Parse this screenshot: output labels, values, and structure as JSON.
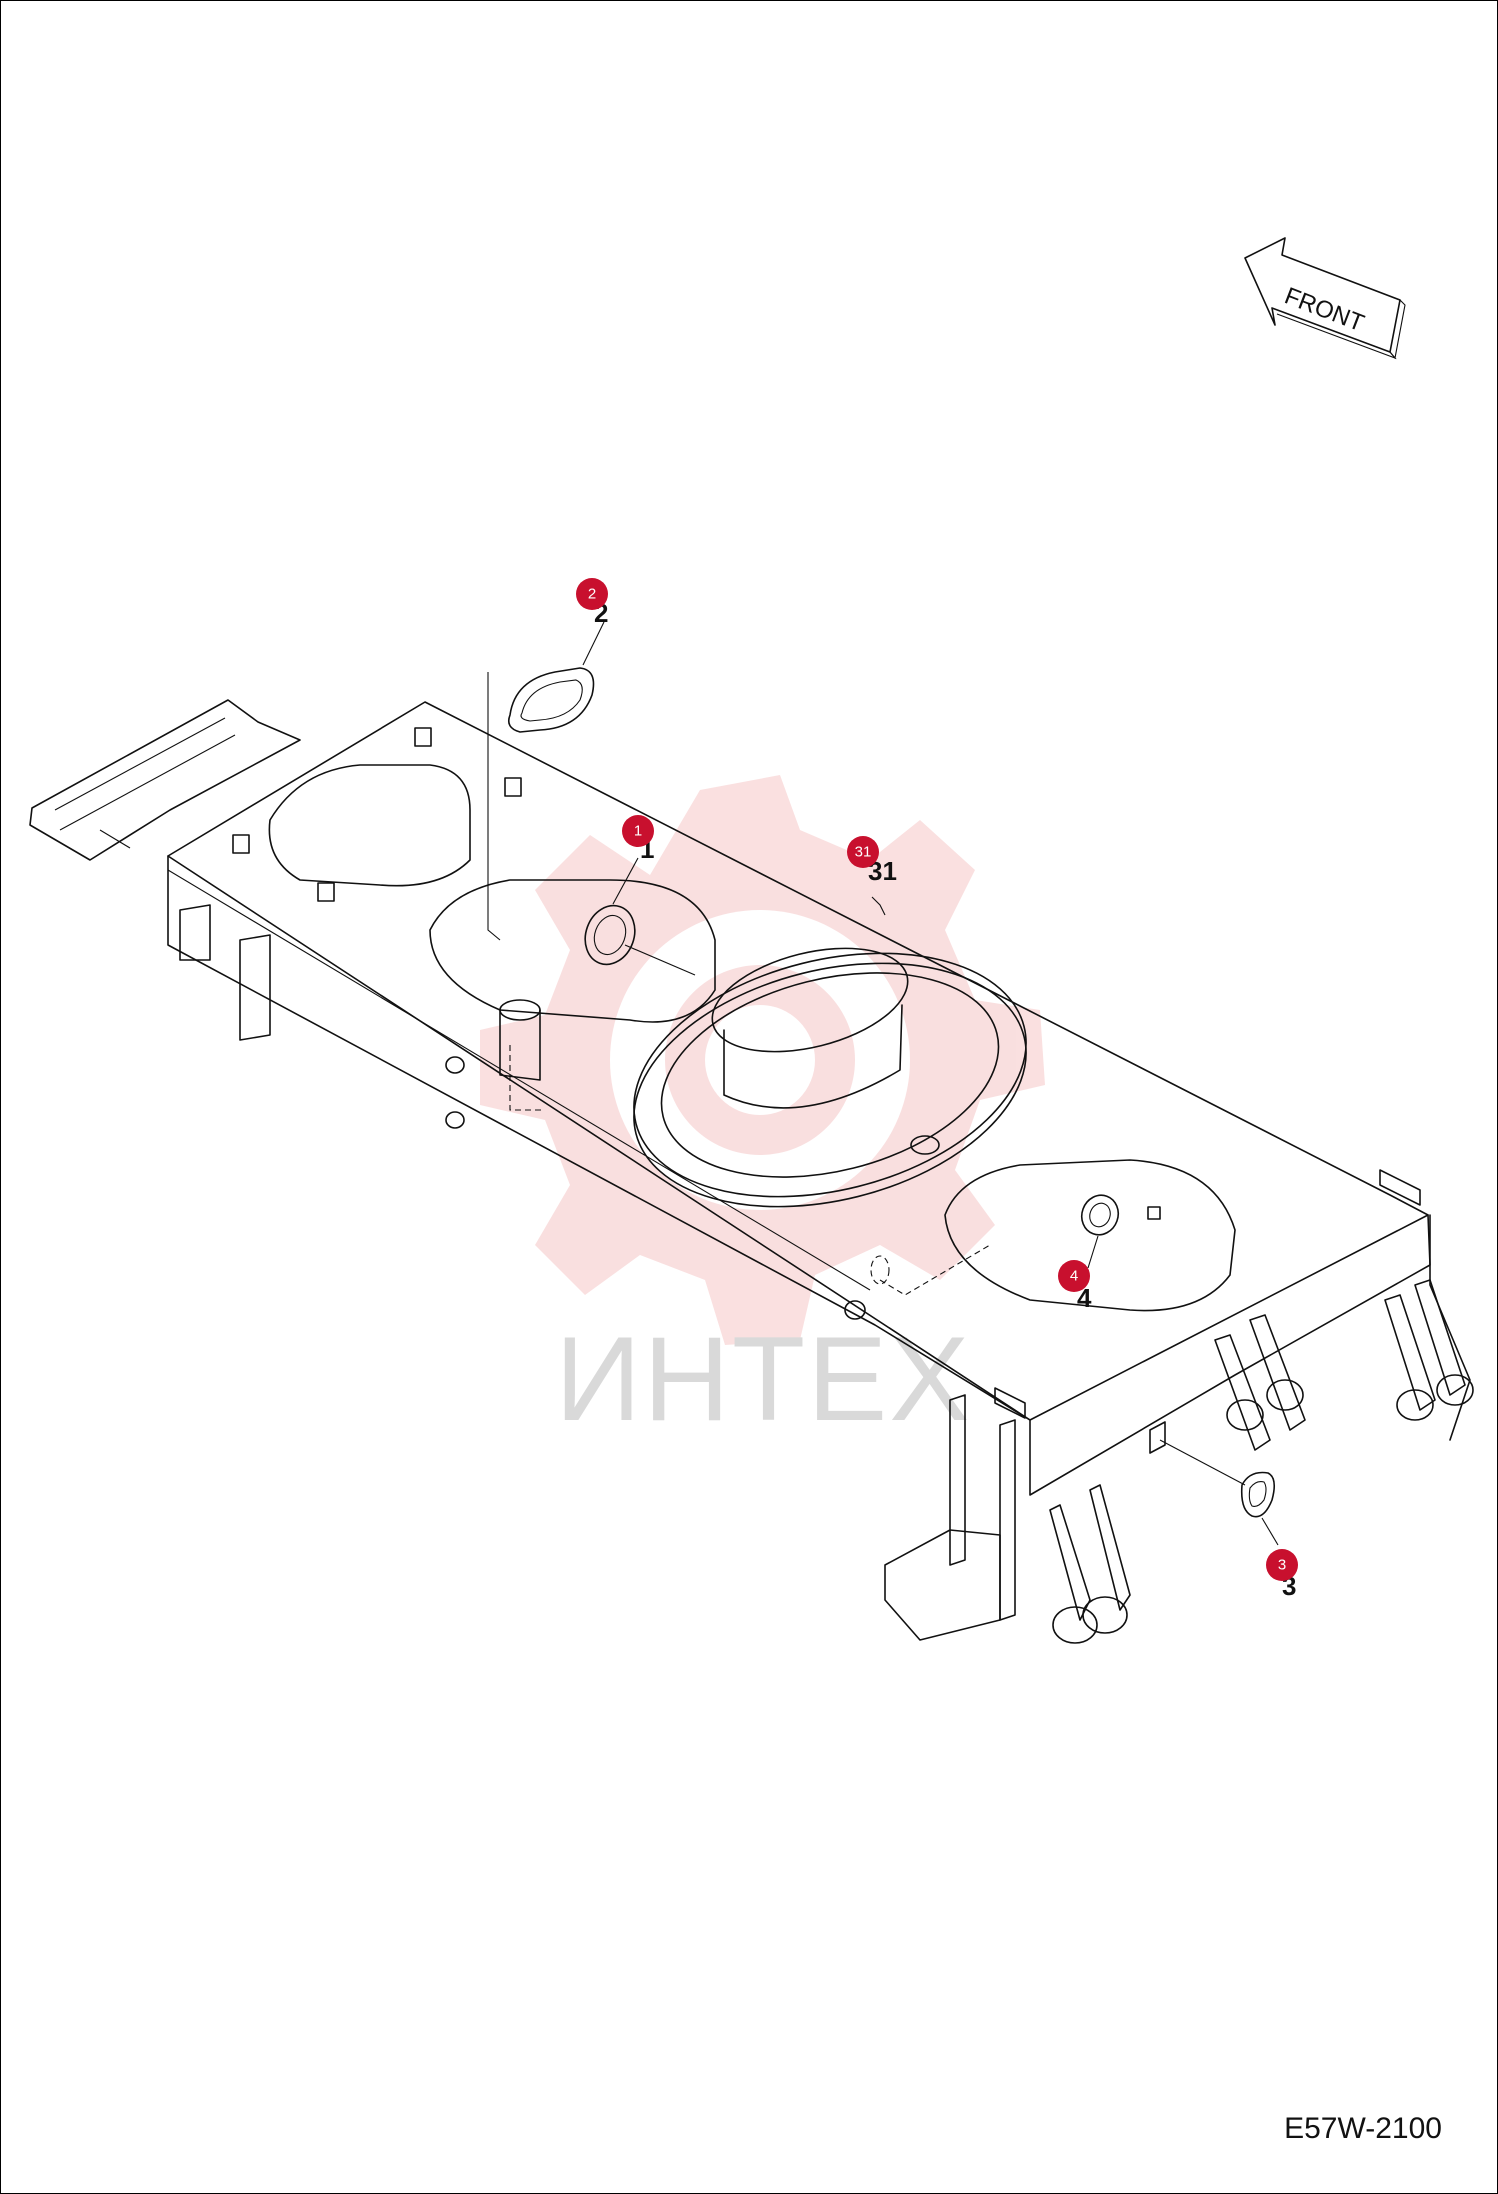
{
  "watermark": {
    "text": "ИНТЕХ"
  },
  "front_label": "FRONT",
  "drawing_code": "E57W-2100",
  "callouts": [
    {
      "id": "2",
      "label": "2"
    },
    {
      "id": "1",
      "label": "1"
    },
    {
      "id": "31",
      "label": "31"
    },
    {
      "id": "4",
      "label": "4"
    },
    {
      "id": "3",
      "label": "3"
    }
  ],
  "colors": {
    "callout": "#c8102e",
    "watermark_gear": "#f5c6c6",
    "watermark_text": "#d9d9d9",
    "line": "#111111"
  }
}
